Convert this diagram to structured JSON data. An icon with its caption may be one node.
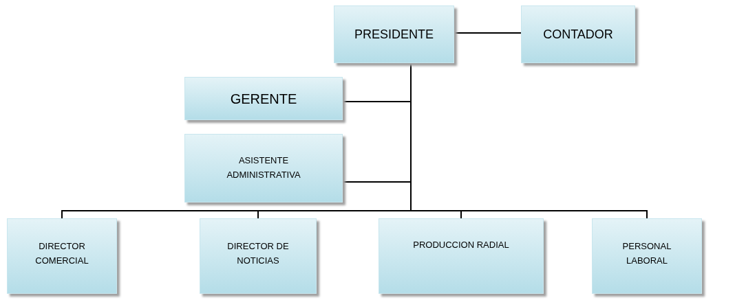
{
  "diagram": {
    "nodes": [
      {
        "text": [
          "PRESIDENTE"
        ]
      },
      {
        "text": [
          "CONTADOR"
        ]
      },
      {
        "text": [
          "GERENTE"
        ]
      },
      {
        "text": [
          "ASISTENTE ADMINISTRATIVA"
        ]
      },
      {
        "text": [
          "DIRECTOR COMERCIAL"
        ]
      },
      {
        "text": [
          "DIRECTOR DE NOTICIAS"
        ]
      },
      {
        "text": [
          "PRODUCCION RADIAL"
        ]
      },
      {
        "text": [
          "PERSONAL LABORAL"
        ]
      }
    ],
    "edges": [
      {
        "from": 0,
        "to": 1,
        "arrow": "none"
      },
      {
        "from": 0,
        "to": 2,
        "arrow": "none"
      },
      {
        "from": 0,
        "to": 3,
        "arrow": "none"
      },
      {
        "from": 0,
        "to": 4,
        "arrow": "none"
      },
      {
        "from": 0,
        "to": 5,
        "arrow": "none"
      },
      {
        "from": 0,
        "to": 6,
        "arrow": "none"
      },
      {
        "from": 0,
        "to": 7,
        "arrow": "none"
      }
    ]
  }
}
